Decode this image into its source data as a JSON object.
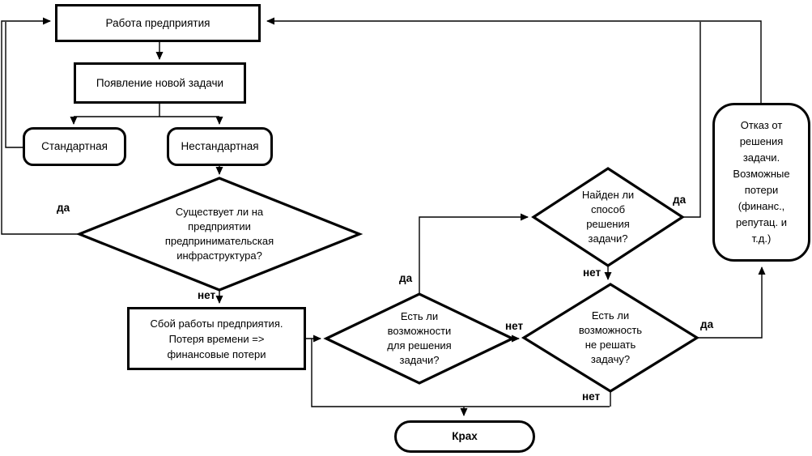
{
  "diagram": {
    "background_color": "#ffffff",
    "line_color": "#000000",
    "nodes": {
      "work": {
        "label": "Работа предприятия"
      },
      "new_task": {
        "label": "Появление новой задачи"
      },
      "standard": {
        "label": "Стандартная"
      },
      "nonstandard": {
        "label": "Нестандартная"
      },
      "infra_decision": {
        "label": "Существует ли на\nпредприятии\nпредпринимательская\nинфраструктура?"
      },
      "failure": {
        "label": "Сбой работы предприятия.\nПотеря времени =>\nфинансовые потери"
      },
      "possibilities_decision": {
        "label": "Есть ли\nвозможности\nдля решения\nзадачи?"
      },
      "found_decision": {
        "label": "Найден ли\nспособ\nрешения\nзадачи?"
      },
      "skip_decision": {
        "label": "Есть ли\nвозможность\nне решать\nзадачу?"
      },
      "refusal": {
        "label": "Отказ от\nрешения\nзадачи.\nВозможные\nпотери\n(финанс.,\nрепутац. и\nт.д.)"
      },
      "crash": {
        "label": "Крах"
      }
    },
    "edge_labels": {
      "infra_yes": "да",
      "infra_no": "нет",
      "possibilities_yes": "да",
      "possibilities_no": "нет",
      "found_yes": "да",
      "found_no": "нет",
      "skip_yes": "да",
      "skip_no": "нет"
    }
  }
}
